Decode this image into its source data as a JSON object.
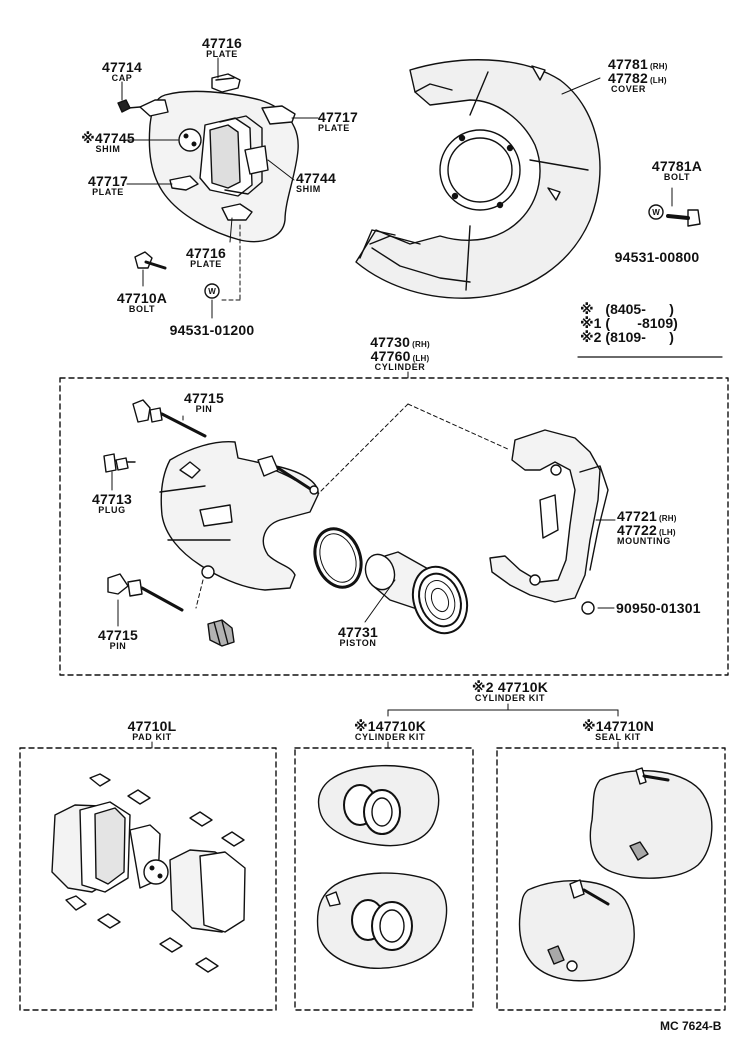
{
  "labels": {
    "p47714": {
      "no": "47714",
      "name": "CAP"
    },
    "p47716_top": {
      "no": "47716",
      "name": "PLATE"
    },
    "p47717_right": {
      "no": "47717",
      "name": "PLATE"
    },
    "p47745": {
      "no": "※47745",
      "name": "SHIM"
    },
    "p47717_left": {
      "no": "47717",
      "name": "PLATE"
    },
    "p47744": {
      "no": "47744",
      "name": "SHIM"
    },
    "p47716_bottom": {
      "no": "47716",
      "name": "PLATE"
    },
    "p47710A": {
      "no": "47710A",
      "name": "BOLT"
    },
    "p94531_01200": {
      "no": "94531-01200"
    },
    "p47781": {
      "no_rh": "47781",
      "rh": "(RH)",
      "no_lh": "47782",
      "lh": "(LH)",
      "name": "COVER"
    },
    "p47781A": {
      "no": "47781A",
      "name": "BOLT"
    },
    "p94531_00800": {
      "no": "94531-00800"
    },
    "p47730": {
      "no_rh": "47730",
      "rh": "(RH)",
      "no_lh": "47760",
      "lh": "(LH)",
      "name": "CYLINDER"
    },
    "p47715_top": {
      "no": "47715",
      "name": "PIN"
    },
    "p47713": {
      "no": "47713",
      "name": "PLUG"
    },
    "p47715_bottom": {
      "no": "47715",
      "name": "PIN"
    },
    "p47731": {
      "no": "47731",
      "name": "PISTON"
    },
    "p47721": {
      "no_rh": "47721",
      "rh": "(RH)",
      "no_lh": "47722",
      "lh": "(LH)",
      "name": "MOUNTING"
    },
    "p90950": {
      "no": "90950-01301"
    },
    "p47710K_main": {
      "no": "※2 47710K",
      "name": "CYLINDER KIT"
    },
    "p47710L": {
      "no": "47710L",
      "name": "PAD KIT"
    },
    "p47710K_1": {
      "no": "※147710K",
      "name": "CYLINDER KIT"
    },
    "p47710N": {
      "no": "※147710N",
      "name": "SEAL KIT"
    }
  },
  "legend": [
    {
      "mark": "※",
      "range": "(8405-      )"
    },
    {
      "mark": "※1",
      "range": "(       -8109)"
    },
    {
      "mark": "※2",
      "range": "(8109-      )"
    }
  ],
  "footer": {
    "code": "MC 7624-B"
  }
}
